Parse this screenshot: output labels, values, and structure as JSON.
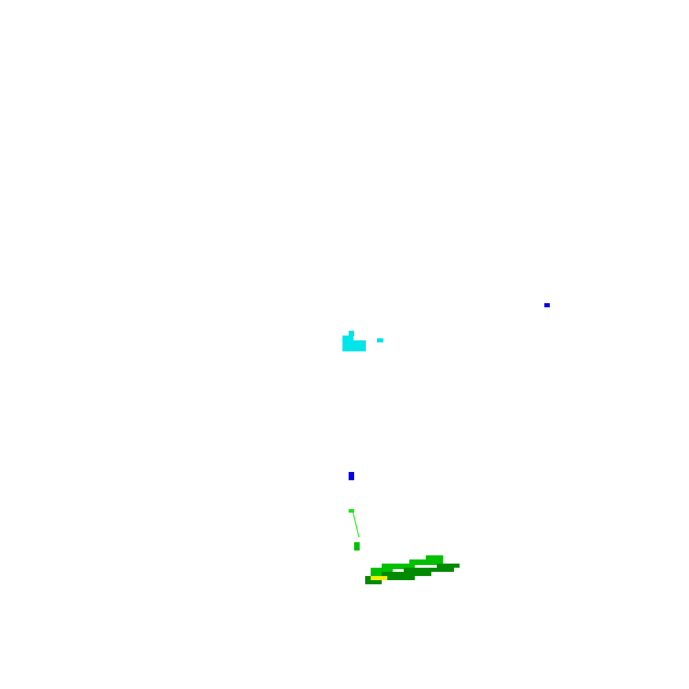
{
  "legend": {
    "levels": [
      {
        "name": "light-blue",
        "color": "#00e5ea"
      },
      {
        "name": "blue",
        "color": "#0000f0"
      },
      {
        "name": "light-green",
        "color": "#00f000"
      },
      {
        "name": "green",
        "color": "#00c000"
      },
      {
        "name": "dark-green",
        "color": "#008a00"
      },
      {
        "name": "yellow",
        "color": "#f0f000"
      }
    ]
  },
  "echo_clusters": [
    {
      "id": "cyan-cluster",
      "level": "light-blue"
    },
    {
      "id": "cyan-speck",
      "level": "light-blue"
    },
    {
      "id": "isolated-blue-east",
      "level": "blue"
    },
    {
      "id": "isolated-blue-south",
      "level": "blue"
    },
    {
      "id": "green-streak",
      "level": "light-green"
    },
    {
      "id": "green-blob",
      "level": "green"
    },
    {
      "id": "main-band",
      "level": "green"
    },
    {
      "id": "main-band-core",
      "level": "dark-green"
    },
    {
      "id": "main-band-peak",
      "level": "yellow"
    }
  ]
}
